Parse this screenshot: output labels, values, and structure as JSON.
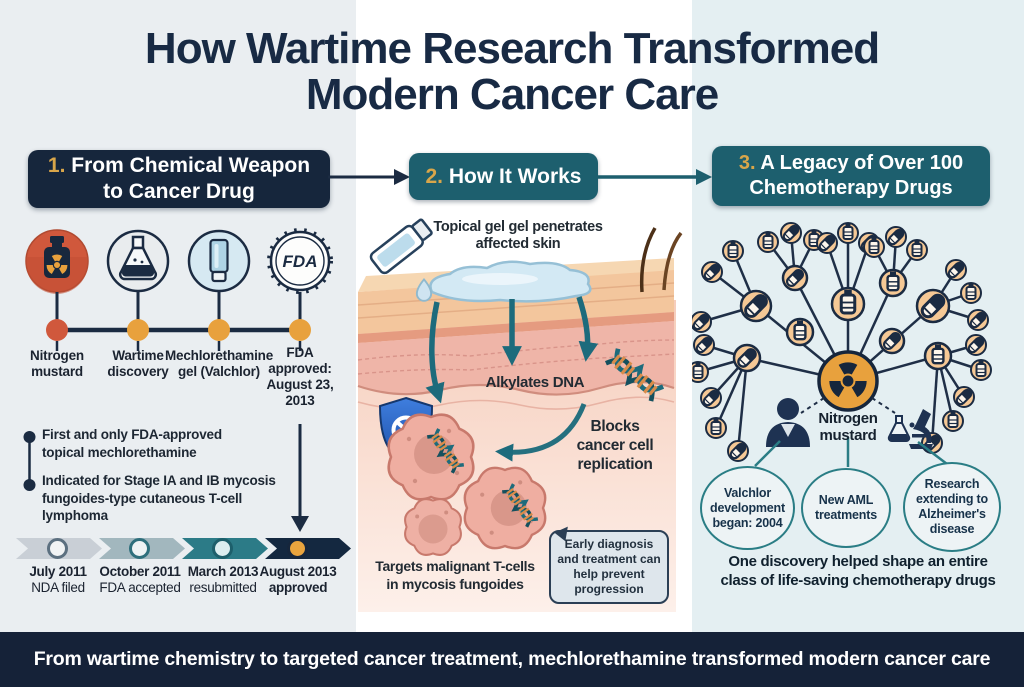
{
  "title": {
    "lines": [
      "How Wartime Research Transformed",
      "Modern Cancer Care"
    ]
  },
  "colors": {
    "navy": "#16263c",
    "teal": "#1d5f6e",
    "gold": "#d9a64a",
    "amber": "#e8a13d",
    "orange_red": "#d0583c",
    "footer_bg": "#152238"
  },
  "panels": {
    "p1": {
      "number": "1.",
      "heading_lines": [
        "From Chemical Weapon",
        "to Cancer Drug"
      ],
      "milestones": [
        {
          "label": "Nitrogen mustard",
          "icon": "nitrogen-mustard-bottle"
        },
        {
          "label": "Wartime discovery",
          "icon": "flask"
        },
        {
          "label": "Mechlorethamine gel (Valchlor)",
          "icon": "gel-tube"
        },
        {
          "label": "FDA approved: August 23, 2013",
          "icon": "fda-badge"
        }
      ],
      "bullets": [
        "First and only FDA-approved topical mechlorethamine",
        "Indicated for Stage IA and IB mycosis fungoides-type cutaneous T-cell lymphoma"
      ],
      "approval": [
        {
          "date": "July 2011",
          "event": "NDA filed"
        },
        {
          "date": "October 2011",
          "event": "FDA accepted"
        },
        {
          "date": "March 2013",
          "event": "resubmitted"
        },
        {
          "date": "August 2013",
          "event": "approved"
        }
      ]
    },
    "p2": {
      "number": "2.",
      "heading": "How It Works",
      "step1_lines": [
        "Topical gel gel penetrates",
        "affected skin"
      ],
      "alkylates": "Alkylates DNA",
      "blocks_lines": [
        "Blocks",
        "cancer cell",
        "replication"
      ],
      "targets_lines": [
        "Targets malignant T-cells",
        "in mycosis fungoides"
      ],
      "callout": "Early diagnosis and treatment can help prevent progression"
    },
    "p3": {
      "number": "3.",
      "heading_lines": [
        "A Legacy of Over 100",
        "Chemotherapy Drugs"
      ],
      "center_label": "Nitrogen mustard",
      "bubbles": [
        "Valchlor development began: 2004",
        "New AML treatments",
        "Research extending to Alzheimer's disease"
      ],
      "summary_lines": [
        "One discovery helped shape an entire",
        "class of life-saving chemotherapy drugs"
      ]
    }
  },
  "icons": {
    "fda_label": "FDA"
  },
  "footer": {
    "text": "From wartime chemistry to targeted cancer treatment, mechlorethamine transformed modern cancer care"
  }
}
